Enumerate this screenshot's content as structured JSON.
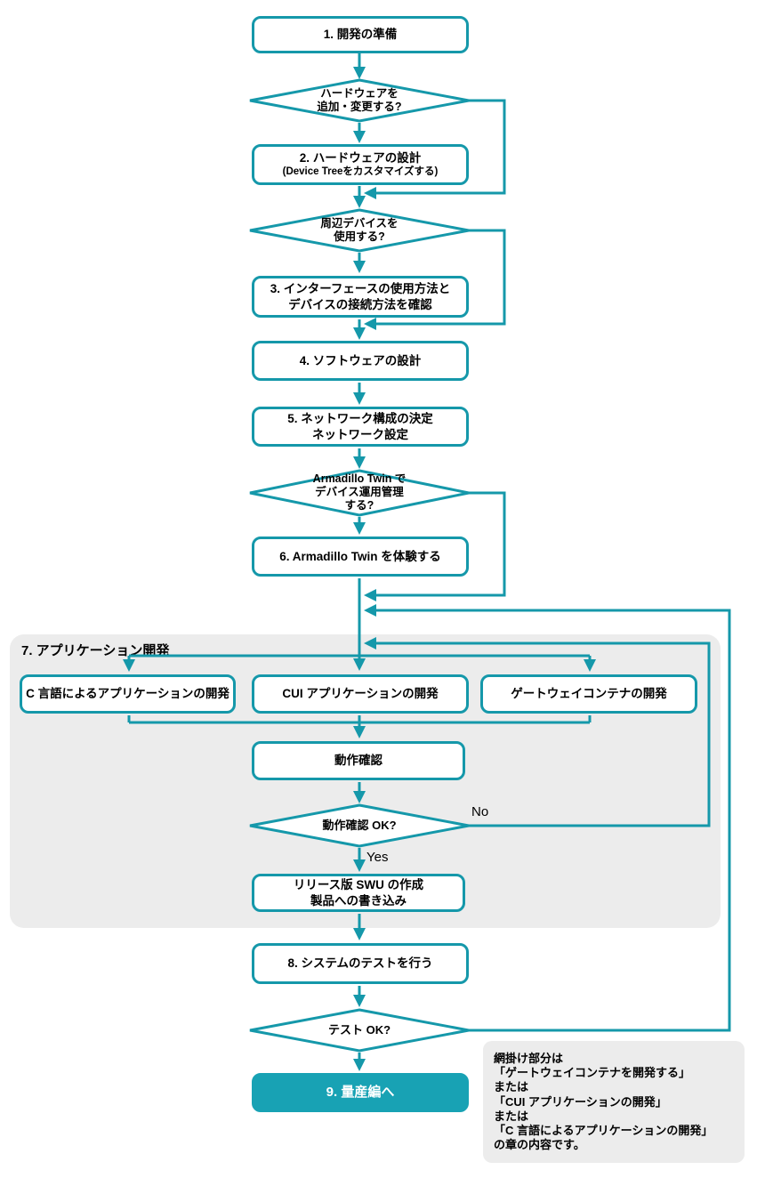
{
  "colors": {
    "accent": "#1598aa",
    "accent_fill": "#18a2b4",
    "group_background": "#ececec",
    "note_background": "#ececec",
    "text": "#000000",
    "node_background": "#ffffff"
  },
  "nodes": {
    "prepare": {
      "label": "1. 開発の準備"
    },
    "hw_decision": {
      "line1": "ハードウェアを",
      "line2": "追加・変更する?"
    },
    "hw_design": {
      "line1": "2. ハードウェアの設計",
      "line2": "(Device Treeをカスタマイズする)"
    },
    "peripheral_decision": {
      "line1": "周辺デバイスを",
      "line2": "使用する?"
    },
    "interface_check": {
      "line1": "3. インターフェースの使用方法と",
      "line2": "デバイスの接続方法を確認"
    },
    "sw_design": {
      "label": "4. ソフトウェアの設計"
    },
    "network": {
      "line1": "5. ネットワーク構成の決定",
      "line2": "ネットワーク設定"
    },
    "twin_decision": {
      "line1": "Armadillo Twin で",
      "line2": "デバイス運用管理",
      "line3": "する?"
    },
    "twin_try": {
      "label": "6. Armadillo Twin を体験する"
    },
    "app_dev_group": {
      "label": "7. アプリケーション開発"
    },
    "dev_c": {
      "label": "C 言語によるアプリケーションの開発"
    },
    "dev_cui": {
      "label": "CUI アプリケーションの開発"
    },
    "dev_gateway": {
      "label": "ゲートウェイコンテナの開発"
    },
    "check": {
      "label": "動作確認"
    },
    "check_decision": {
      "label": "動作確認 OK?"
    },
    "release": {
      "line1": "リリース版 SWU の作成",
      "line2": "製品への書き込み"
    },
    "system_test": {
      "label": "8. システムのテストを行う"
    },
    "test_decision": {
      "label": "テスト OK?"
    },
    "mass_production": {
      "label": "9. 量産編へ"
    }
  },
  "edge_labels": {
    "check_no": "No",
    "check_yes": "Yes"
  },
  "note": {
    "lines": [
      "網掛け部分は",
      "「ゲートウェイコンテナを開発する」",
      "または",
      "「CUI アプリケーションの開発」",
      "または",
      "「C 言語によるアプリケーションの開発」",
      "の章の内容です。"
    ]
  }
}
